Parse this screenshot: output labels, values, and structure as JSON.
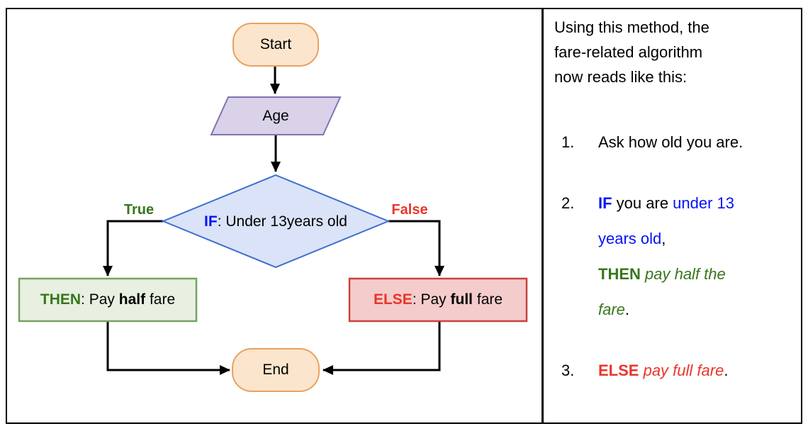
{
  "colors": {
    "black": "#1a1a1a",
    "blue": "#0414f5",
    "green": "#38761d",
    "red": "#e8362b"
  },
  "flowchart": {
    "shapes": {
      "start": {
        "fill": "#FCE5CD",
        "stroke": "#E9A25F"
      },
      "input": {
        "fill": "#D9D2E9",
        "stroke": "#8173B5"
      },
      "decision": {
        "fill": "#DAE3F8",
        "stroke": "#3E6FD0"
      },
      "then_box": {
        "fill": "#E7F0E1",
        "stroke": "#74A35E"
      },
      "else_box": {
        "fill": "#F4CCCC",
        "stroke": "#C8423A"
      },
      "end": {
        "fill": "#FCE5CD",
        "stroke": "#E9A25F"
      },
      "connector": "#000000"
    },
    "labels": {
      "start": "Start",
      "input": "Age",
      "end": "End"
    },
    "true_segments": [
      {
        "t": "True",
        "c": "green",
        "b": 1
      }
    ],
    "false_segments": [
      {
        "t": "False",
        "c": "red",
        "b": 1
      }
    ],
    "decision_segments": [
      {
        "t": "IF",
        "c": "blue",
        "b": 1
      },
      {
        "t": ": Under 13"
      },
      {
        "br": 1
      },
      {
        "t": "years old"
      }
    ],
    "then_segments": [
      {
        "t": "THEN",
        "c": "green",
        "b": 1
      },
      {
        "t": ": Pay "
      },
      {
        "t": "half",
        "b": 1
      },
      {
        "t": " fare"
      }
    ],
    "else_segments": [
      {
        "t": "ELSE",
        "c": "red",
        "b": 1
      },
      {
        "t": ": Pay "
      },
      {
        "t": "full",
        "b": 1
      },
      {
        "t": " fare"
      }
    ]
  },
  "explanation": {
    "intro_lines": [
      "Using this method, the",
      "fare-related algorithm",
      "now reads like this:"
    ],
    "items": [
      {
        "num": "1.",
        "segments": [
          {
            "t": "Ask how old you are."
          }
        ]
      },
      {
        "num": "2.",
        "segments": [
          {
            "t": "IF",
            "c": "blue",
            "b": 1
          },
          {
            "t": " you are "
          },
          {
            "t": "under 13",
            "c": "blue"
          },
          {
            "br": 1
          },
          {
            "t": "years old",
            "c": "blue"
          },
          {
            "t": ","
          },
          {
            "br": 1
          },
          {
            "t": "THEN",
            "c": "green",
            "b": 1
          },
          {
            "t": " pay half the",
            "c": "green",
            "i": 1
          },
          {
            "br": 1
          },
          {
            "t": "fare",
            "c": "green",
            "i": 1
          },
          {
            "t": "."
          }
        ]
      },
      {
        "num": "3.",
        "segments": [
          {
            "t": "ELSE",
            "c": "red",
            "b": 1
          },
          {
            "t": " pay full fare",
            "c": "red",
            "i": 1
          },
          {
            "t": "."
          }
        ]
      }
    ]
  }
}
